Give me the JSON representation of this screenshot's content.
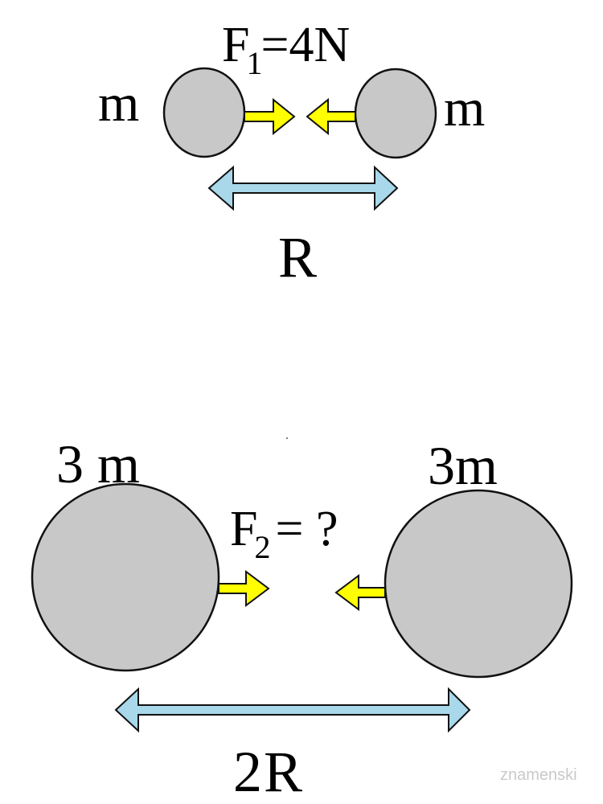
{
  "top_scene": {
    "force_symbol": "F",
    "force_subscript": "1",
    "force_value": "=4N",
    "mass_left": "m",
    "mass_right": "m",
    "distance": "R"
  },
  "bottom_scene": {
    "force_symbol": "F",
    "force_subscript": "2",
    "force_value": "= ?",
    "mass_left": "3 m",
    "mass_right": "3m",
    "distance": "2R"
  },
  "watermark": "znamenski",
  "colors": {
    "ball_fill": "#c8c8c8",
    "ball_stroke": "#111111",
    "force_arrow_fill": "#ffff00",
    "distance_arrow_fill": "#a8d8ea",
    "text": "#000000"
  }
}
